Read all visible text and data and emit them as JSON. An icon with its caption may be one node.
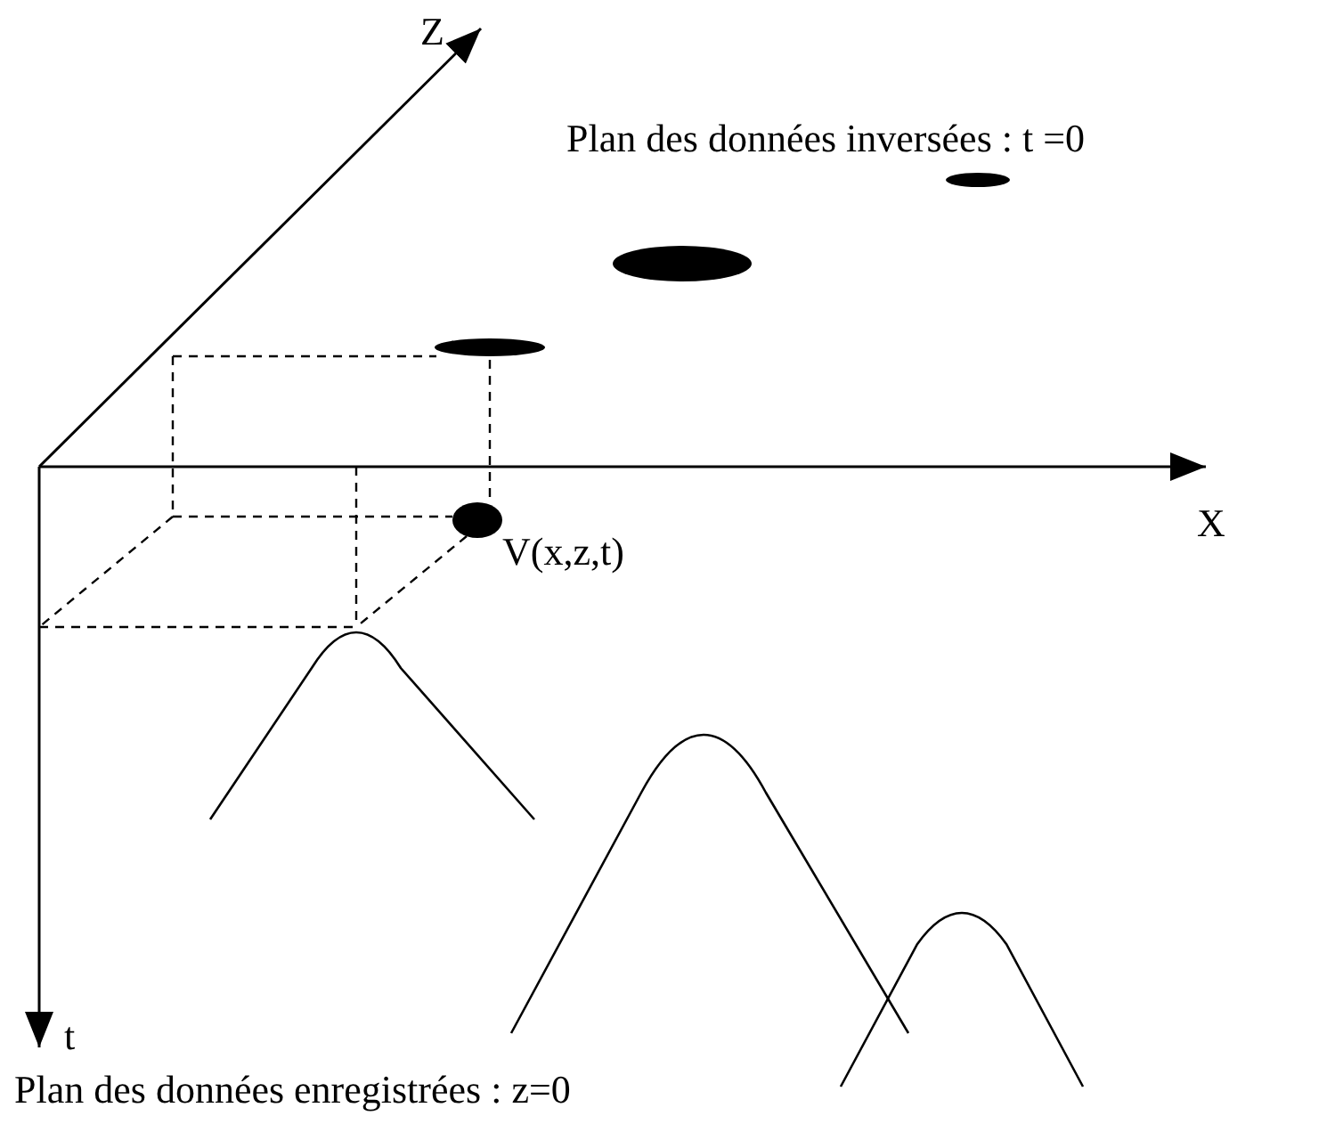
{
  "diagram": {
    "labels": [
      "Z",
      "Plan des données inversées : t =0",
      "X",
      "V(x,z,t)",
      "t",
      "Plan des données enregistrées : z=0"
    ]
  }
}
